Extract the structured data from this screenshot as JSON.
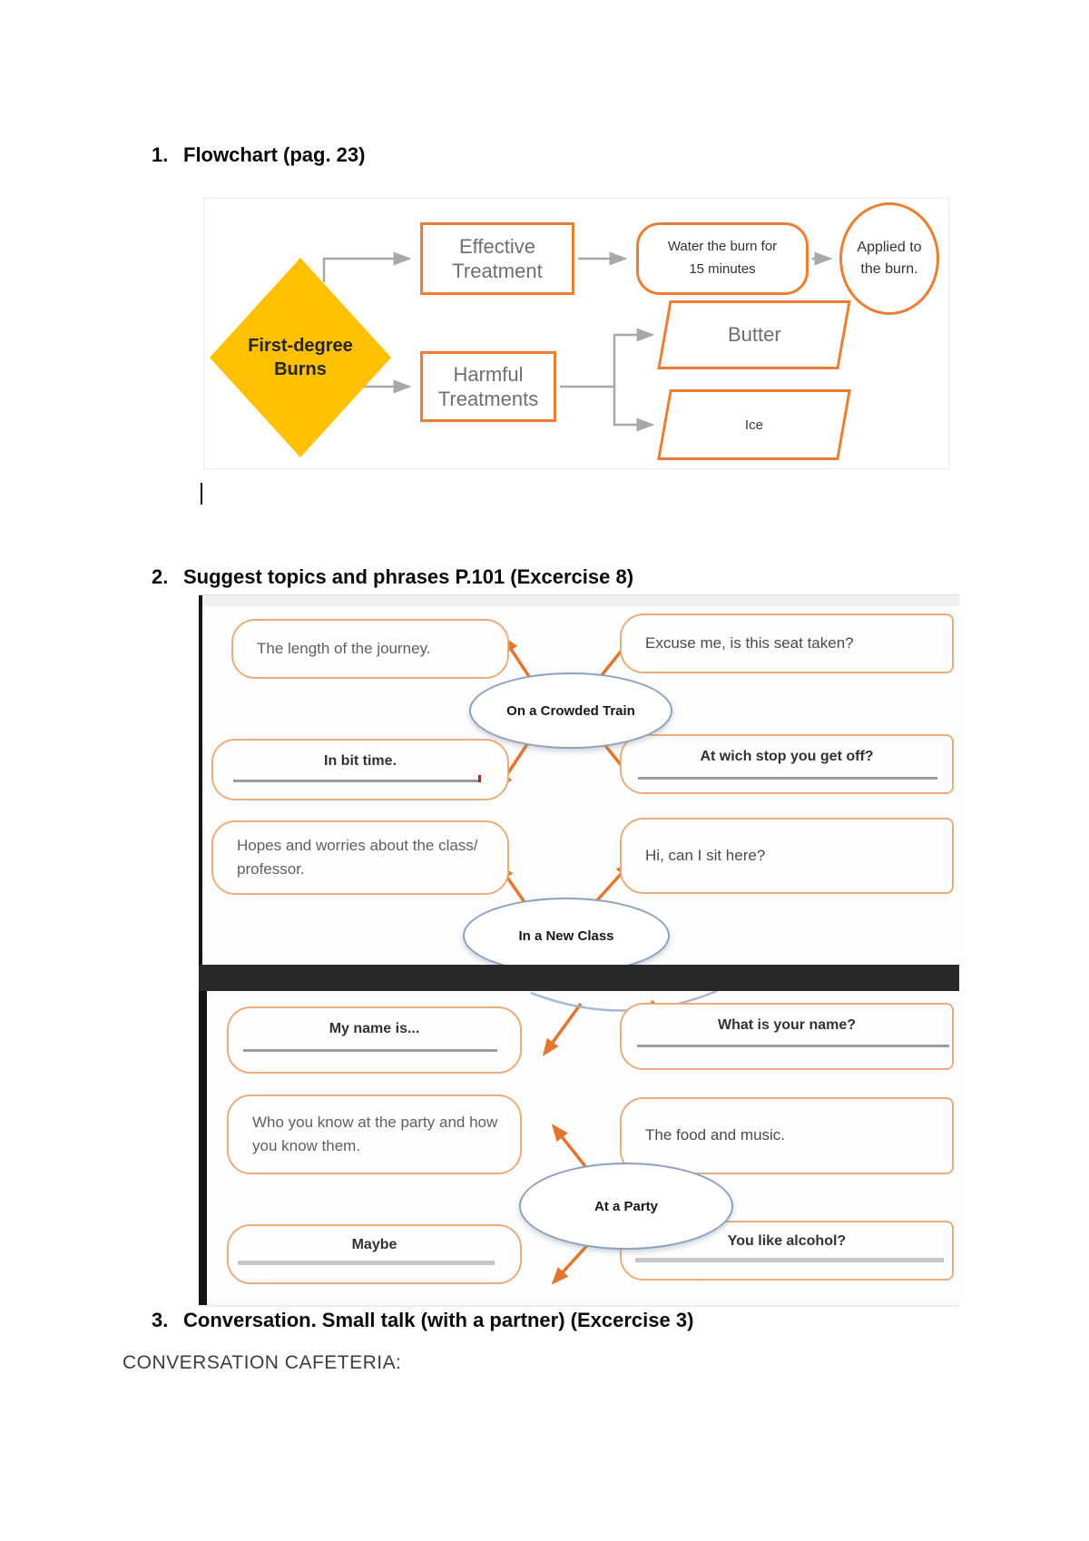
{
  "headings": {
    "item1": {
      "number": "1.",
      "label": "Flowchart (pag. 23)"
    },
    "item2": {
      "number": "2.",
      "label": "Suggest topics and phrases P.101 (Excercise 8)"
    },
    "item3": {
      "number": "3.",
      "label": "Conversation. Small talk (with a partner) (Excercise 3)"
    }
  },
  "footer": {
    "label": "CONVERSATION CAFETERIA:"
  },
  "flowchart": {
    "decision_label": "First-degree\nBurns",
    "effective_label": "Effective\nTreatment",
    "water_label": "Water the burn for\n15 minutes",
    "applied_label": "Applied to\nthe burn.",
    "harmful_label": "Harmful\nTreatments",
    "butter_label": "Butter",
    "ice_label": "Ice",
    "colors": {
      "diamond_fill": "#FFC000",
      "shape_border": "#ED7D31",
      "connector": "#A8A8A8"
    }
  },
  "topics": {
    "colors": {
      "box_border": "#E7AD7D",
      "ellipse_border": "#8FA2BC",
      "arrow": "#E2762D",
      "divider_bar": "#282828"
    },
    "train": {
      "center_label": "On a Crowded Train",
      "top_left": "The length of the journey.",
      "top_right": "Excuse me, is this seat taken?",
      "bottom_left": "In bit time.",
      "bottom_right": "At wich stop you get off?"
    },
    "new_class": {
      "center_label": "In a New Class",
      "top_left": "Hopes and worries about the class/\nprofessor.",
      "top_right": "Hi, can I sit here?",
      "bottom_left": "My name is...",
      "bottom_right": "What is your name?"
    },
    "party": {
      "center_label": "At a Party",
      "top_left": "Who you know at the party and how\nyou know them.",
      "top_right": "The food and music.",
      "bottom_left": "Maybe",
      "bottom_right": "You like alcohol?"
    }
  }
}
